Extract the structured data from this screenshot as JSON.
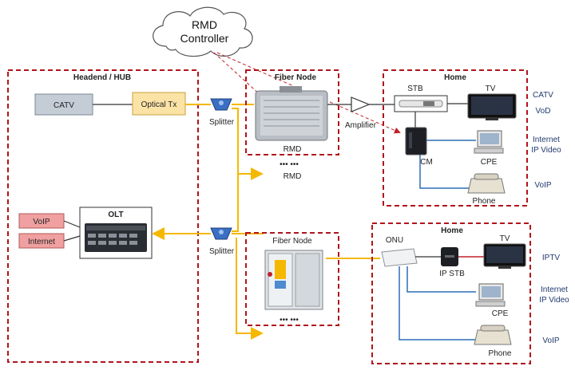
{
  "cloud": {
    "line1": "RMD",
    "line2": "Controller"
  },
  "headend": {
    "title": "Headend / HUB",
    "catv": "CATV",
    "optical_tx": "Optical Tx",
    "olt": "OLT",
    "voip": "VoIP",
    "internet": "Internet"
  },
  "splitter_top": "Splitter",
  "splitter_bottom": "Splitter",
  "amplifier": "Amplifier",
  "fiber_node_top": {
    "title": "Fiber Node",
    "device": "RMD",
    "dots": "••• •••",
    "extra": "RMD"
  },
  "fiber_node_bottom": {
    "title": "Fiber Node",
    "dots": "••• •••"
  },
  "home_top": {
    "title": "Home",
    "stb": "STB",
    "tv": "TV",
    "cm": "CM",
    "cpe": "CPE",
    "phone": "Phone"
  },
  "home_bottom": {
    "title": "Home",
    "onu": "ONU",
    "ip_stb": "IP STB",
    "tv": "TV",
    "cpe": "CPE",
    "phone": "Phone"
  },
  "side_labels": {
    "catv": "CATV",
    "vod": "VoD",
    "internet1": "Internet",
    "ipvideo1": "IP Video",
    "voip1": "VoIP",
    "iptv": "IPTV",
    "internet2": "Internet",
    "ipvideo2": "IP Video",
    "voip2": "VoIP"
  },
  "colors": {
    "box_border": "#b0151c",
    "fiber": "#f5b800",
    "coax": "#2b6fb5",
    "catv_box": "#c4ccd6",
    "optical_box": "#fbe3a6",
    "voip_box": "#f0a0a0"
  }
}
